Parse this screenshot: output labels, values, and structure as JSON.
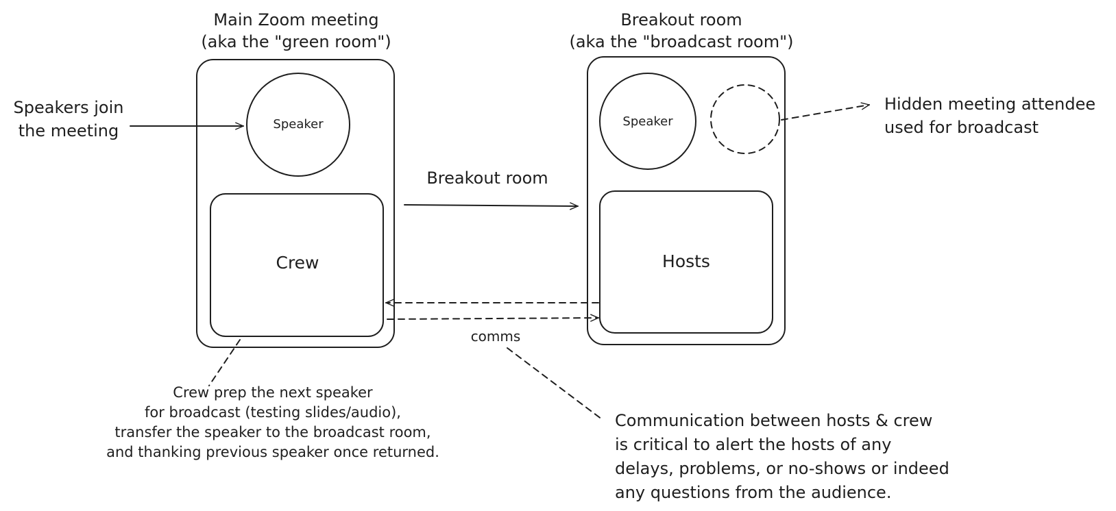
{
  "main_meeting": {
    "title_line1": "Main Zoom meeting",
    "title_line2": "(aka the \"green room\")",
    "speaker_label": "Speaker",
    "crew_label": "Crew"
  },
  "breakout": {
    "title_line1": "Breakout room",
    "title_line2": "(aka the \"broadcast room\")",
    "speaker_label": "Speaker",
    "hosts_label": "Hosts"
  },
  "labels": {
    "speakers_join_line1": "Speakers join",
    "speakers_join_line2": "the meeting",
    "breakout_arrow": "Breakout room",
    "hidden_line1": "Hidden meeting attendee",
    "hidden_line2": "used for broadcast",
    "comms": "comms"
  },
  "notes": {
    "crew_note": [
      "Crew prep the next speaker",
      "for broadcast (testing slides/audio),",
      "transfer the speaker to the broadcast room,",
      "and thanking previous speaker once returned."
    ],
    "comms_note": [
      "Communication between hosts & crew",
      "is critical to alert the hosts of any",
      "delays, problems, or no-shows or indeed",
      "any questions from the audience."
    ]
  }
}
